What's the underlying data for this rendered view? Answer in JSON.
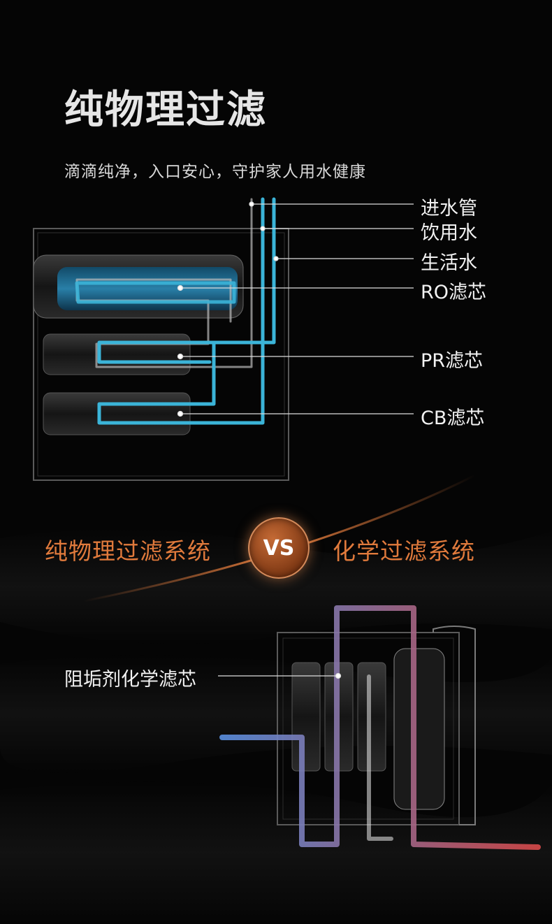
{
  "header": {
    "title": "纯物理过滤",
    "subtitle": "滴滴纯净，入口安心，守护家人用水健康"
  },
  "top_diagram": {
    "labels": {
      "inlet_pipe": "进水管",
      "drinking_water": "饮用水",
      "domestic_water": "生活水",
      "ro_filter": "RO滤芯",
      "pr_filter": "PR滤芯",
      "cb_filter": "CB滤芯"
    }
  },
  "comparison": {
    "left": "纯物理过滤系统",
    "badge": "VS",
    "right": "化学过滤系统"
  },
  "bottom_diagram": {
    "labels": {
      "scale_inhibitor": "阻垢剂化学滤芯"
    }
  },
  "colors": {
    "accent_orange": "#e07a3c",
    "water_blue": "#3bb4d8",
    "hot_red": "#d43a3a"
  }
}
